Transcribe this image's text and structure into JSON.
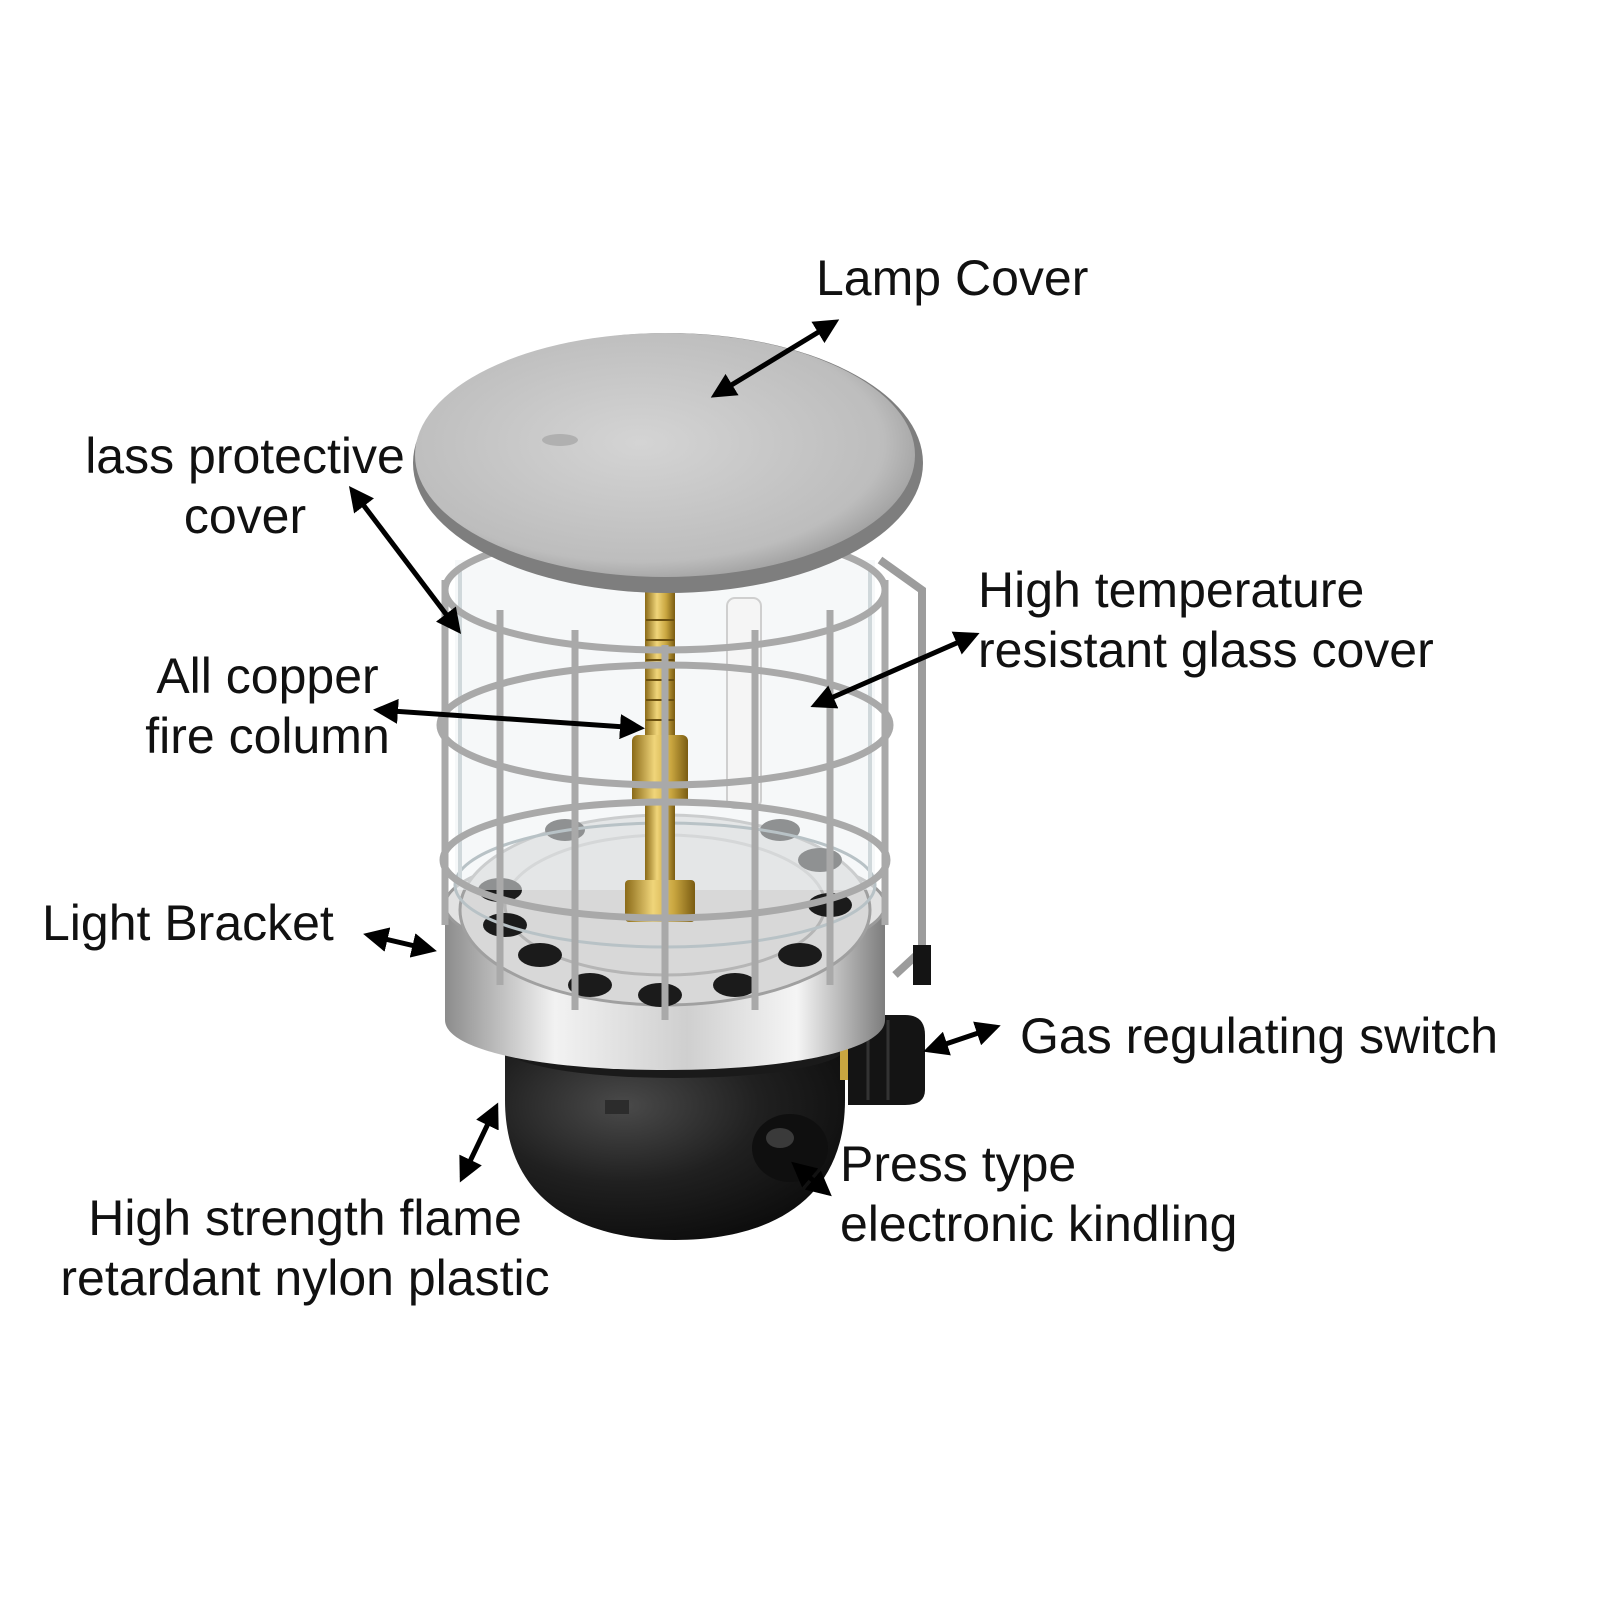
{
  "colors": {
    "text": "#111111",
    "arrow": "#000000",
    "steel": "#c9c9c9",
    "brass": "#c9a640",
    "base_black": "#151515",
    "glass": "#eef2f4"
  },
  "labels": {
    "lamp_cover": [
      "Lamp Cover"
    ],
    "glass_protective_cover": [
      "lass protective",
      "cover"
    ],
    "high_temp_glass": [
      "High temperature",
      "resistant glass cover"
    ],
    "copper_fire_column": [
      "All copper",
      "fire column"
    ],
    "light_bracket": [
      "Light Bracket"
    ],
    "gas_switch": [
      "Gas regulating switch"
    ],
    "press_kindling": [
      "Press type",
      "electronic kindling"
    ],
    "nylon_plastic": [
      "High strength flame",
      "retardant nylon plastic"
    ]
  }
}
